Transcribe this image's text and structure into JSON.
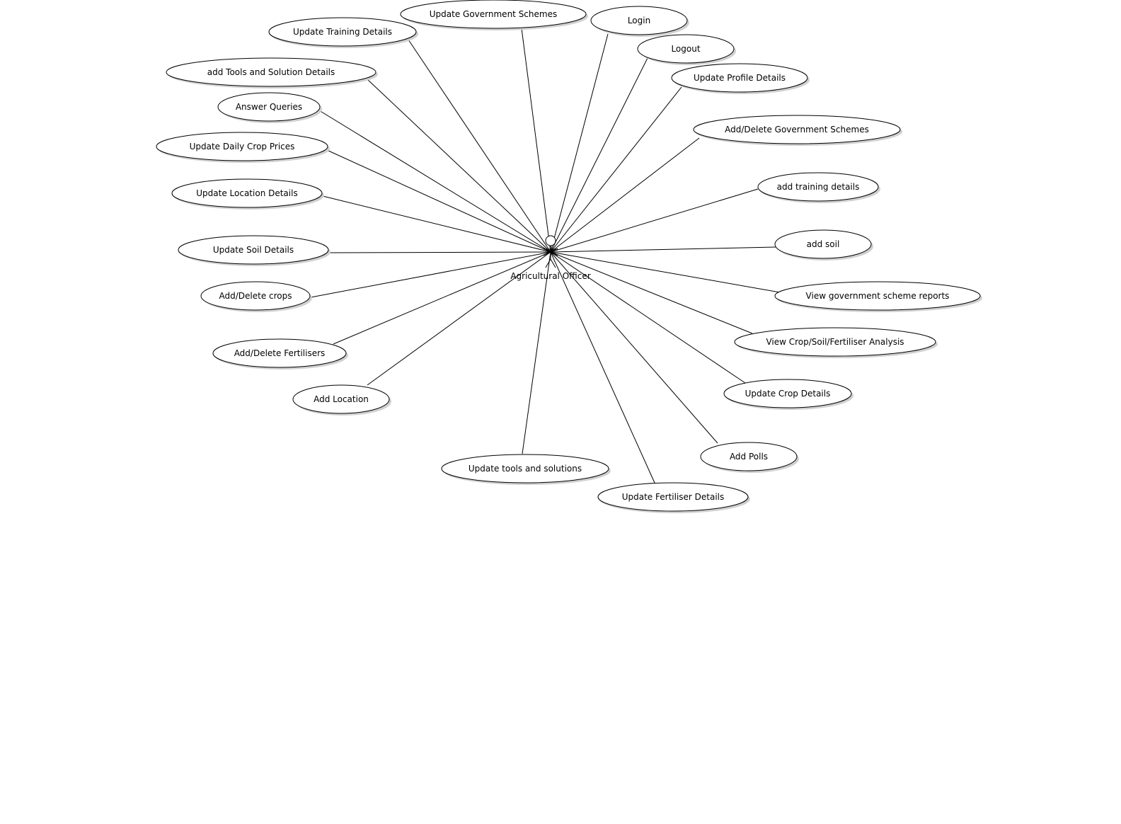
{
  "actor": {
    "name": "Agricultural Officer"
  },
  "use_cases": [
    "Update Government Schemes",
    "Login",
    "Logout",
    "Update Training Details",
    "Update Profile Details",
    "add Tools and Solution Details",
    "Answer Queries",
    "Add/Delete Government Schemes",
    "Update Daily Crop Prices",
    "add training details",
    "Update Location Details",
    "add soil",
    "Update Soil Details",
    "View government scheme reports",
    "Add/Delete crops",
    "View Crop/Soil/Fertiliser Analysis",
    "Add/Delete Fertilisers",
    "Update Crop Details",
    "Add Location",
    "Add Polls",
    "Update tools and solutions",
    "Update Fertiliser Details"
  ]
}
